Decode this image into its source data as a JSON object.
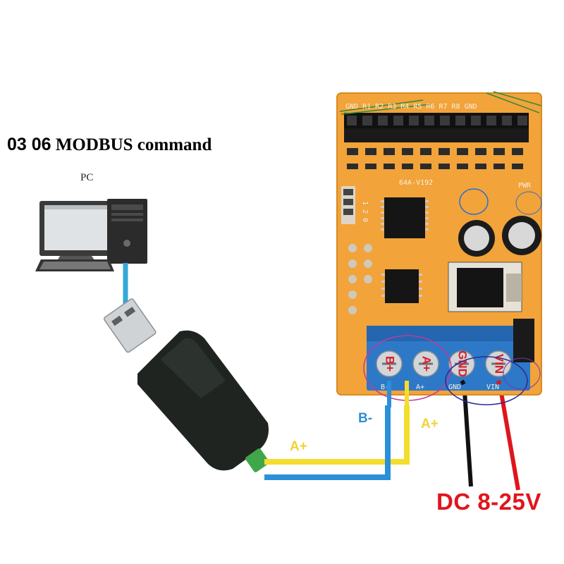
{
  "title": {
    "code": "03 06",
    "text": "MODBUS command"
  },
  "pc_label": "PC",
  "wires": {
    "b_minus_label": "B-",
    "a_plus_label": "A+",
    "a_plus_label_lower": "A+"
  },
  "power_label": "DC 8-25V",
  "terminals": [
    "B+",
    "A+",
    "GND",
    "VIN"
  ],
  "terminal_silk": [
    "B-",
    "A+",
    "GND",
    "VIN"
  ],
  "board": {
    "header_silk": "GND  R1 R2 R3 R4 R5 R6 R7 R8 GND",
    "model_silk": "64A-V192",
    "pwr_silk": "PWR",
    "port_silk": "1 2 0"
  },
  "colors": {
    "board": "#f2a33a",
    "terminal_block": "#2e78c8",
    "data_wire_a": "#f4dd2e",
    "data_wire_b": "#2a90d8",
    "power_wire_gnd": "#111111",
    "power_wire_vin": "#e0151c",
    "usb_cable": "#35a7d8"
  }
}
